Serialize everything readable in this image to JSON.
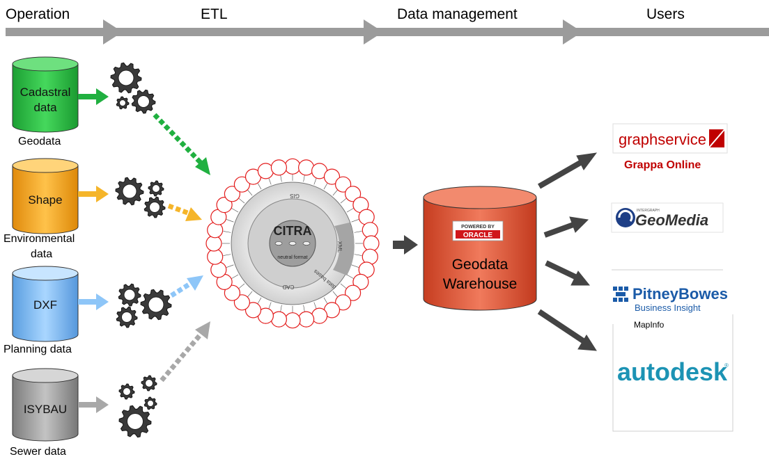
{
  "stages": [
    "Operation",
    "ETL",
    "Data management",
    "Users"
  ],
  "sources": [
    {
      "label": "Cadastral\ndata",
      "caption": "Geodata",
      "color": "#2fc24a",
      "arrow": "#20b040"
    },
    {
      "label": "Shape",
      "caption": "Environmental\ndata",
      "color": "#f8a51a",
      "arrow": "#f5b52a"
    },
    {
      "label": "DXF",
      "caption": "Planning data",
      "color": "#79b8f2",
      "arrow": "#8ec6f8"
    },
    {
      "label": "ISYBAU",
      "caption": "Sewer data",
      "color": "#9a9a9a",
      "arrow": "#a8a8a8"
    }
  ],
  "citra": {
    "title": "CITRA",
    "subtitle": "neutral format",
    "segments": [
      "GIS",
      "XML",
      "data bases",
      "CAD"
    ]
  },
  "warehouse": {
    "line1": "Geodata",
    "line2": "Warehouse",
    "badge_top": "POWERED BY",
    "badge_brand": "ORACLE"
  },
  "users": {
    "graphservice": "graphservice",
    "grappa": "Grappa Online",
    "geomedia_small": "INTERGRAPH",
    "geomedia": "GeoMedia",
    "pitney": "PitneyBowes",
    "business_insight": "Business Insight",
    "mapinfo": "MapInfo",
    "autodesk": "autodesk"
  },
  "colors": {
    "arrow_bar": "#9b9b9b",
    "dark_arrow": "#444444",
    "warehouse_fill": "#e2593a",
    "gear": "#3a3a3a",
    "ring_red": "#e31b1b"
  }
}
